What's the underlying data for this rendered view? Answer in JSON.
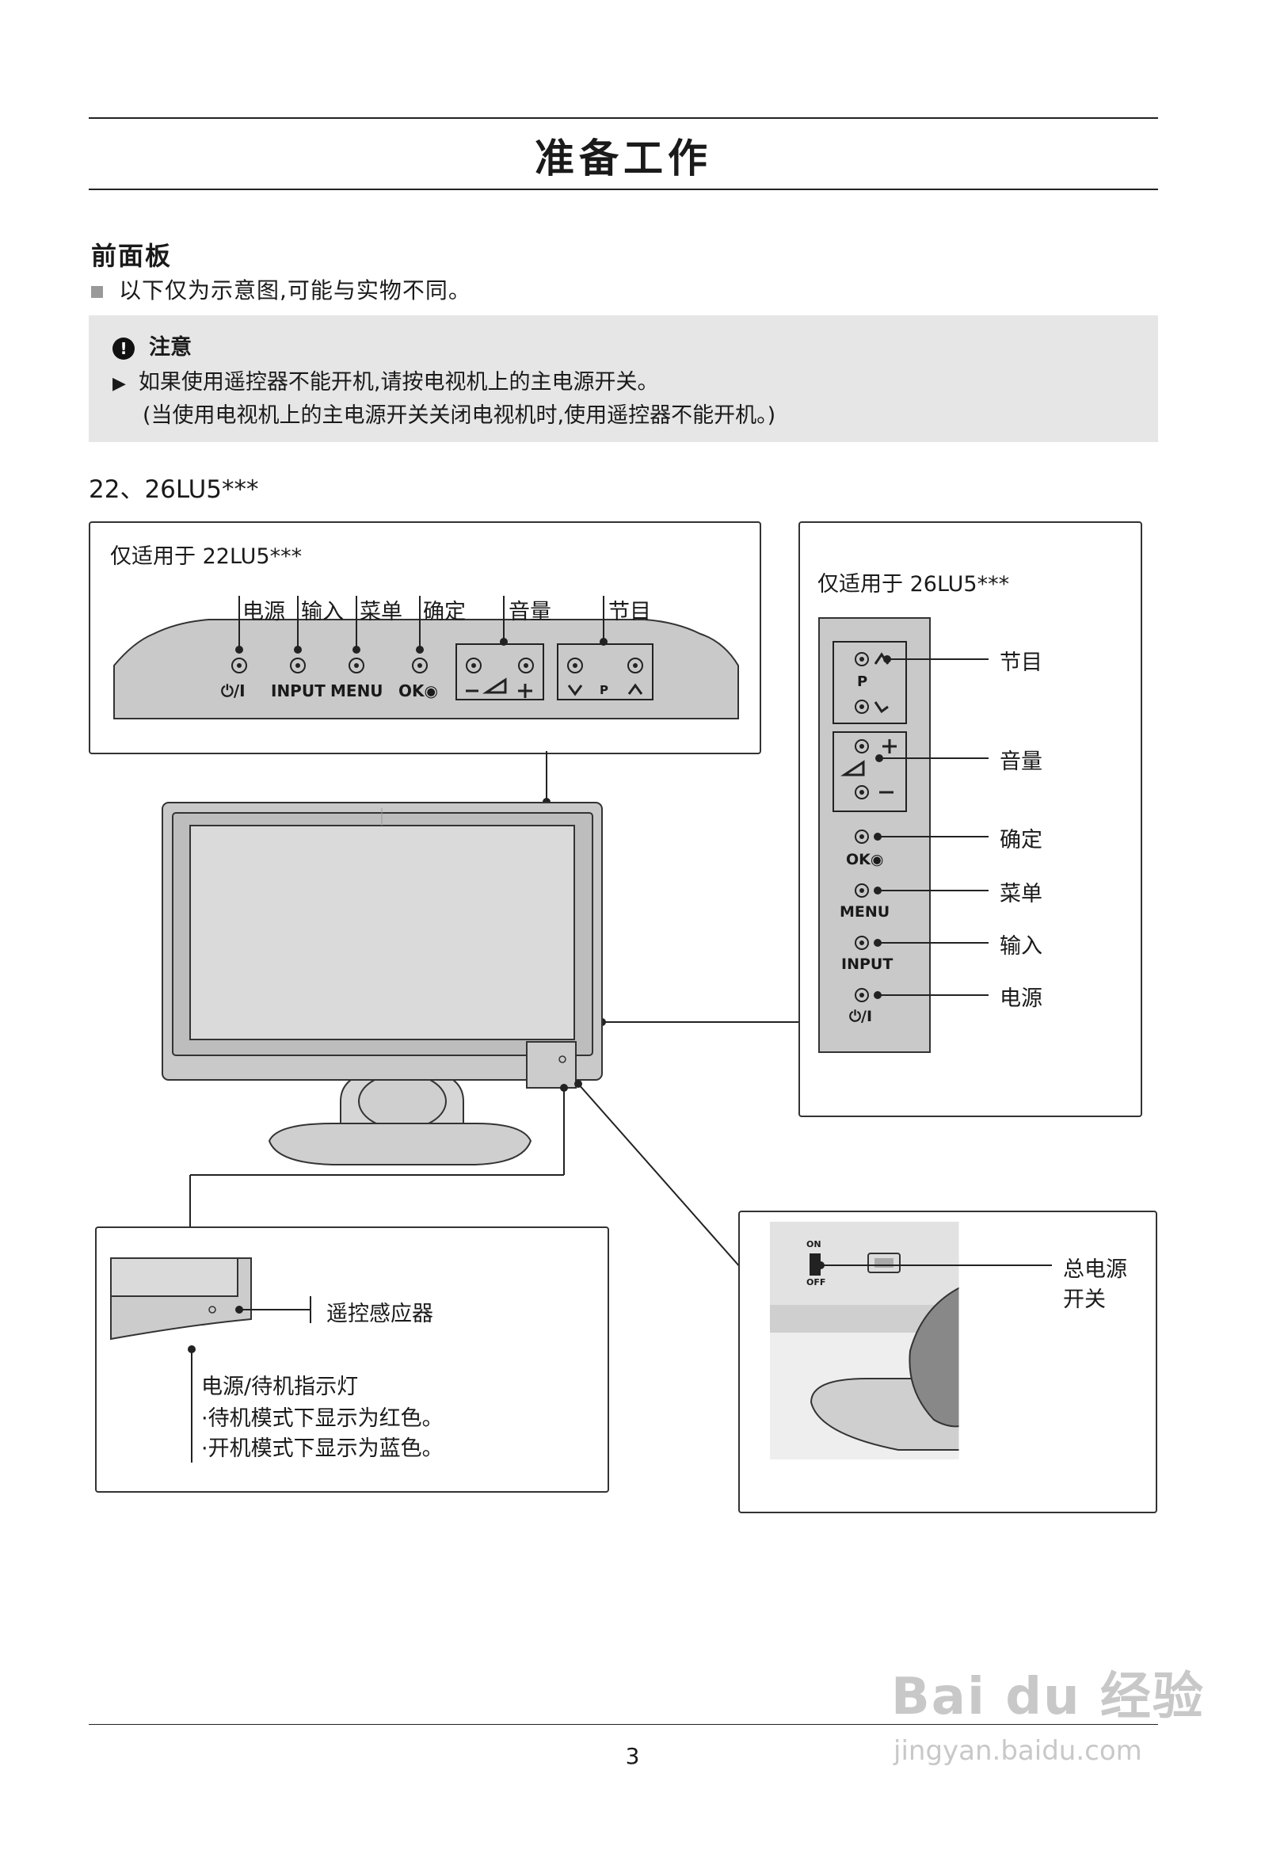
{
  "page": {
    "title": "准备工作",
    "page_number": "3"
  },
  "section": {
    "heading": "前面板",
    "bullet": "以下仅为示意图,可能与实物不同。"
  },
  "note": {
    "title": "注意",
    "line1": "如果使用遥控器不能开机,请按电视机上的主电源开关。",
    "line2": "(当使用电视机上的主电源开关关闭电视机时,使用遥控器不能开机。)"
  },
  "model_label": "22、26LU5***",
  "panel_22": {
    "caption": "仅适用于 22LU5***",
    "labels": [
      "电源",
      "输入",
      "菜单",
      "确定",
      "音量",
      "节目"
    ],
    "button_texts": {
      "power": "⏻/I",
      "input": "INPUT",
      "menu": "MENU",
      "ok": "OK◉",
      "p": "P"
    }
  },
  "panel_26": {
    "caption": "仅适用于 26LU5***",
    "labels": [
      "节目",
      "音量",
      "确定",
      "菜单",
      "输入",
      "电源"
    ],
    "button_texts": {
      "p": "P",
      "ok": "OK◉",
      "menu": "MENU",
      "input": "INPUT",
      "power": "⏻/I"
    }
  },
  "sensor_box": {
    "sensor_label": "遥控感应器",
    "indicator_title": "电源/待机指示灯",
    "indicator_red": "·待机模式下显示为红色。",
    "indicator_blue": "·开机模式下显示为蓝色。"
  },
  "main_switch_box": {
    "label_line1": "总电源",
    "label_line2": "开关",
    "on": "ON",
    "off": "OFF"
  },
  "watermark": {
    "brand": "Bai du 经验",
    "url": "jingyan.baidu.com"
  }
}
